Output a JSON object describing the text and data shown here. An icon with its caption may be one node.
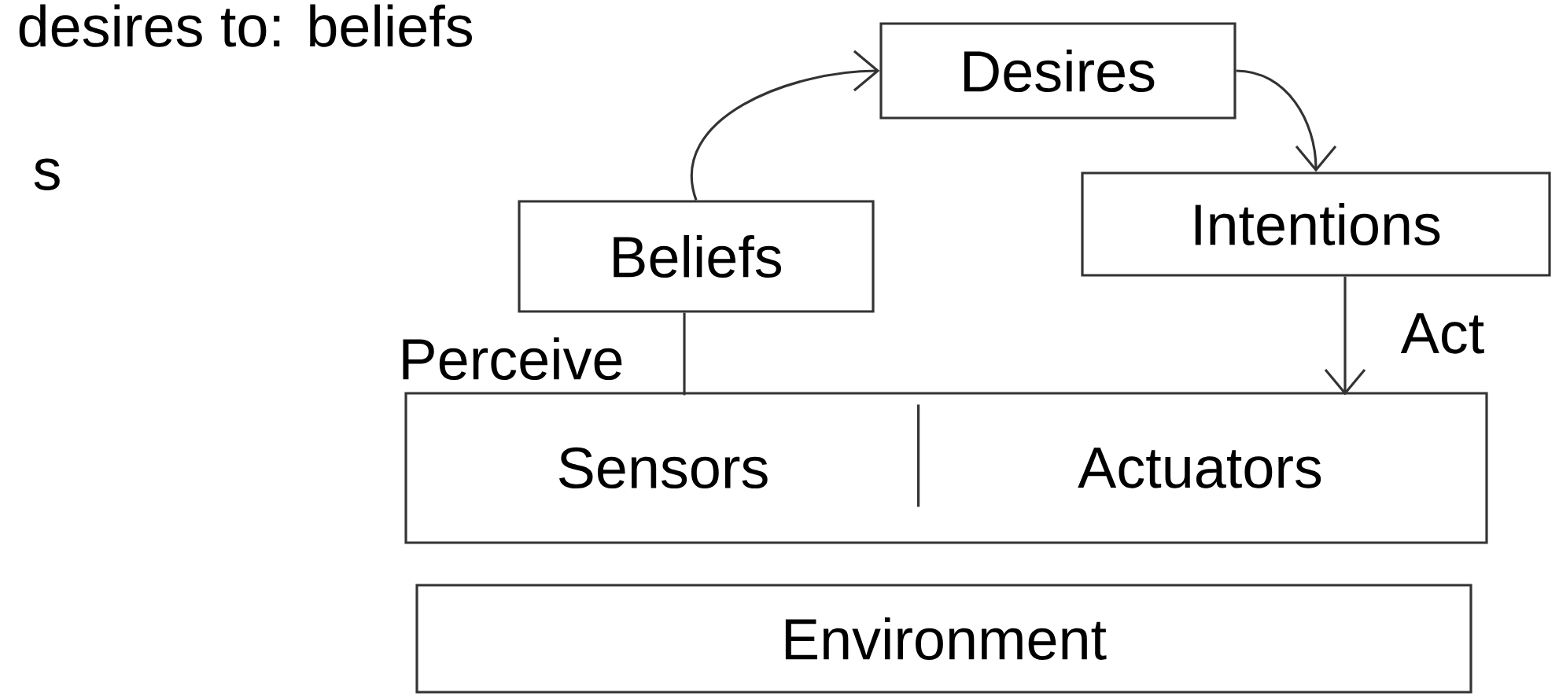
{
  "diagram": {
    "nodes": [
      {
        "text": [
          "Desires"
        ]
      },
      {
        "text": [
          "Beliefs"
        ]
      },
      {
        "text": [
          "Intentions"
        ]
      },
      {
        "text": [],
        "shape": "box"
      },
      {
        "text": [
          "Sensors"
        ],
        "in": 3
      },
      {
        "text": [
          "Actuators"
        ],
        "in": 3
      },
      {
        "text": [
          "Environment"
        ]
      }
    ],
    "edges": [
      {
        "from": 1,
        "to": 0,
        "arrow": "to"
      },
      {
        "from": 0,
        "to": 2,
        "arrow": "to"
      },
      {
        "from": 2,
        "to": 5,
        "arrow": "to",
        "label": "Act"
      },
      {
        "from": 1,
        "to": 4,
        "arrow": "none",
        "label": "Perceive"
      }
    ],
    "labels": [
      "desires to: beliefs",
      "s"
    ]
  }
}
